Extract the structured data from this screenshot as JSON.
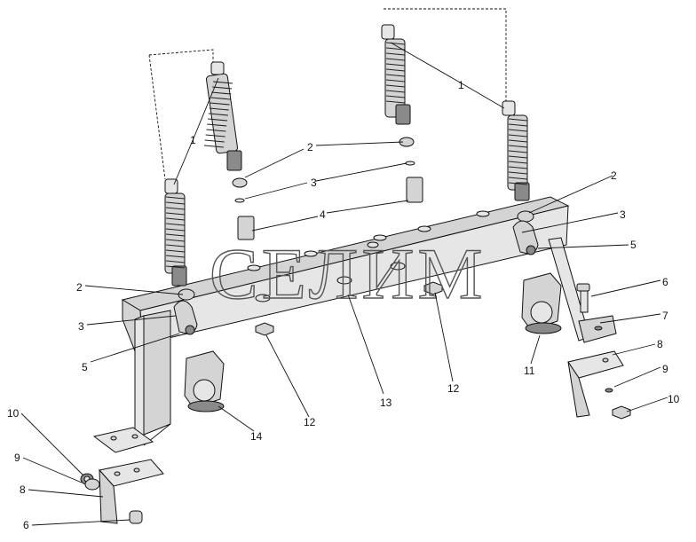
{
  "diagram": {
    "watermark_text": "СЕЛИМ",
    "callouts": [
      {
        "id": "c1a",
        "text": "1"
      },
      {
        "id": "c1b",
        "text": "1"
      },
      {
        "id": "c2a",
        "text": "2"
      },
      {
        "id": "c2b",
        "text": "2"
      },
      {
        "id": "c2c",
        "text": "2"
      },
      {
        "id": "c3a",
        "text": "3"
      },
      {
        "id": "c3b",
        "text": "3"
      },
      {
        "id": "c3c",
        "text": "3"
      },
      {
        "id": "c4",
        "text": "4"
      },
      {
        "id": "c5a",
        "text": "5"
      },
      {
        "id": "c5b",
        "text": "5"
      },
      {
        "id": "c6a",
        "text": "6"
      },
      {
        "id": "c6b",
        "text": "6"
      },
      {
        "id": "c7",
        "text": "7"
      },
      {
        "id": "c8a",
        "text": "8"
      },
      {
        "id": "c8b",
        "text": "8"
      },
      {
        "id": "c9a",
        "text": "9"
      },
      {
        "id": "c9b",
        "text": "9"
      },
      {
        "id": "c10a",
        "text": "10"
      },
      {
        "id": "c10b",
        "text": "10"
      },
      {
        "id": "c11",
        "text": "11"
      },
      {
        "id": "c12a",
        "text": "12"
      },
      {
        "id": "c12b",
        "text": "12"
      },
      {
        "id": "c13",
        "text": "13"
      },
      {
        "id": "c14",
        "text": "14"
      }
    ]
  }
}
